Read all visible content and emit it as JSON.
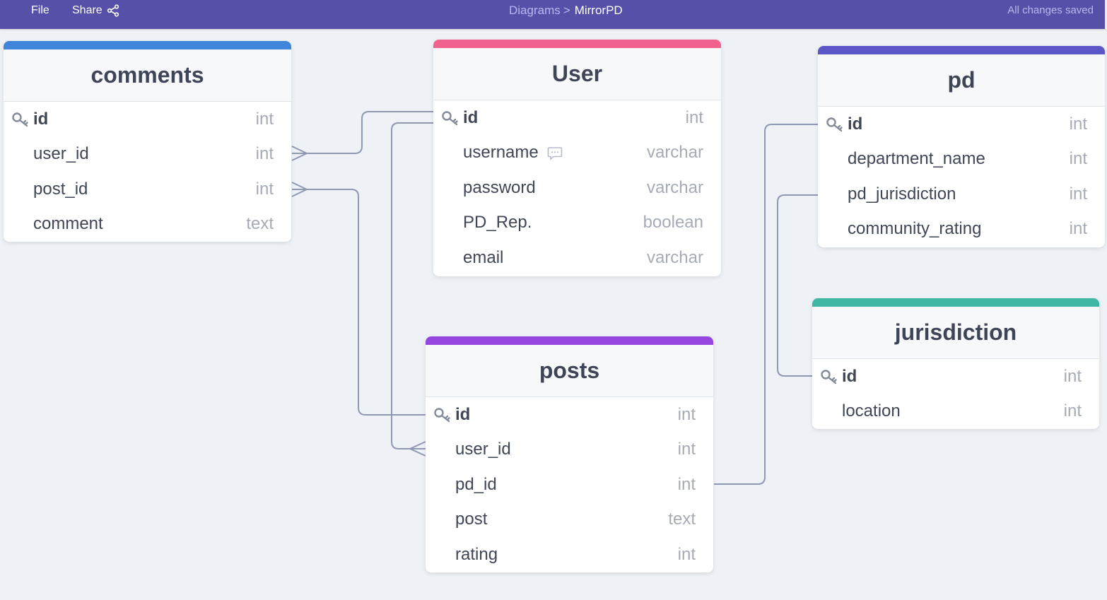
{
  "topbar": {
    "file_label": "File",
    "share_label": "Share",
    "share_icon": "share-icon",
    "breadcrumb_parent": "Diagrams",
    "breadcrumb_sep": ">",
    "breadcrumb_current": "MirrorPD",
    "status": "All changes saved"
  },
  "tables": {
    "comments": {
      "title": "comments",
      "color": "#3f86da",
      "fields": [
        {
          "name": "id",
          "type": "int"
        },
        {
          "name": "user_id",
          "type": "int"
        },
        {
          "name": "post_id",
          "type": "int"
        },
        {
          "name": "comment",
          "type": "text"
        }
      ]
    },
    "user": {
      "title": "User",
      "color": "#f2628f",
      "fields": [
        {
          "name": "id",
          "type": "int"
        },
        {
          "name": "username",
          "type": "varchar"
        },
        {
          "name": "password",
          "type": "varchar"
        },
        {
          "name": "PD_Rep.",
          "type": "boolean"
        },
        {
          "name": "email",
          "type": "varchar"
        }
      ]
    },
    "pd": {
      "title": "pd",
      "color": "#5d56c6",
      "fields": [
        {
          "name": "id",
          "type": "int"
        },
        {
          "name": "department_name",
          "type": "int"
        },
        {
          "name": "pd_jurisdiction",
          "type": "int"
        },
        {
          "name": "community_rating",
          "type": "int"
        }
      ]
    },
    "posts": {
      "title": "posts",
      "color": "#9446df",
      "fields": [
        {
          "name": "id",
          "type": "int"
        },
        {
          "name": "user_id",
          "type": "int"
        },
        {
          "name": "pd_id",
          "type": "int"
        },
        {
          "name": "post",
          "type": "text"
        },
        {
          "name": "rating",
          "type": "int"
        }
      ]
    },
    "jurisdiction": {
      "title": "jurisdiction",
      "color": "#3fb6a4",
      "fields": [
        {
          "name": "id",
          "type": "int"
        },
        {
          "name": "location",
          "type": "int"
        }
      ]
    }
  },
  "colors": {
    "topbar": "#5650a8",
    "canvas": "#eef2f6",
    "connector": "#8e99b1"
  }
}
